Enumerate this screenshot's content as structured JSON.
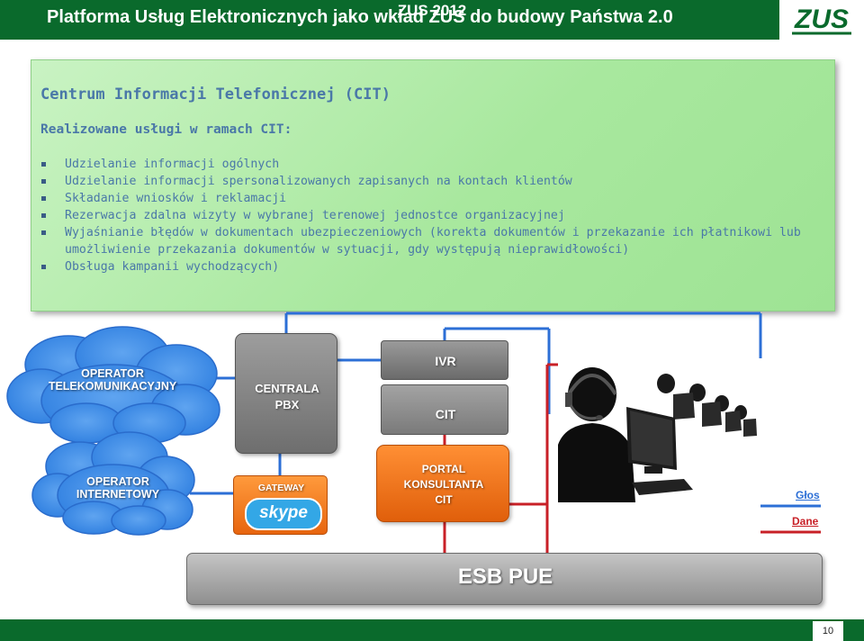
{
  "header": {
    "title": "Platforma Usług Elektronicznych jako wkład ZUS do budowy Państwa 2.0",
    "logo_text": "ZUS"
  },
  "panel": {
    "title": "Centrum Informacji Telefonicznej (CIT)",
    "subtitle": "Realizowane usługi w ramach CIT:",
    "bullets": [
      "Udzielanie informacji ogólnych",
      "Udzielanie informacji spersonalizowanych zapisanych na kontach klientów",
      "Składanie wniosków i reklamacji",
      "Rezerwacja zdalna wizyty w wybranej terenowej jednostce organizacyjnej",
      "Wyjaśnianie błędów w dokumentach ubezpieczeniowych (korekta dokumentów i przekazanie ich płatnikowi lub umożliwienie przekazania dokumentów w sytuacji, gdy występują nieprawidłowości)",
      "Obsługa kampanii wychodzących)"
    ]
  },
  "diagram": {
    "operator_telecom": [
      "OPERATOR",
      "TELEKOMUNIKACYJNY"
    ],
    "operator_internet": [
      "OPERATOR",
      "INTERNETOWY"
    ],
    "pbx": [
      "CENTRALA",
      "PBX"
    ],
    "ivr": "IVR",
    "cit": "CIT",
    "gateway": "GATEWAY",
    "skype": "skype",
    "portal": [
      "PORTAL",
      "KONSULTANTA",
      "CIT"
    ],
    "esb": "ESB PUE",
    "legend": {
      "voice": "Głos",
      "data": "Dane"
    }
  },
  "colors": {
    "brand_green": "#0a6a2c",
    "voice_line": "#2c6fd6",
    "data_line": "#c82027",
    "cloud_blue": "#3f8ee8",
    "orange": "#f07c1e"
  },
  "footer": {
    "text": "ZUS 2012",
    "page": "10"
  }
}
